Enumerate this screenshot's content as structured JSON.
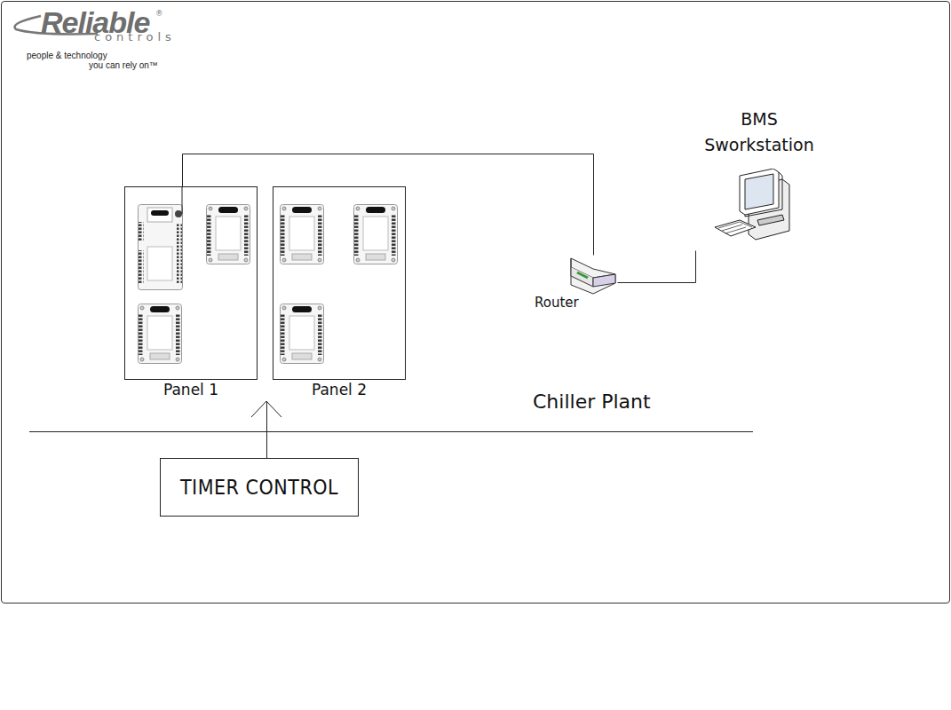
{
  "diagram": {
    "nodes": [
      {
        "text": [
          "Panel 1"
        ]
      },
      {
        "text": [
          "Panel 2"
        ]
      },
      {
        "text": [
          "Router"
        ]
      },
      {
        "text": [
          "BMS Sworkstation"
        ]
      },
      {
        "text": [
          "TIMER CONTROL"
        ]
      }
    ],
    "edges": [
      {
        "from": 0,
        "to": 2,
        "arrow": "none"
      },
      {
        "from": 2,
        "to": 3,
        "arrow": "none"
      },
      {
        "from": 4,
        "to": 0,
        "arrow": "to"
      }
    ],
    "labels": [
      "Reliable",
      "®",
      "controls",
      "people & technology",
      "you can rely on™",
      "Chiller Plant"
    ]
  }
}
